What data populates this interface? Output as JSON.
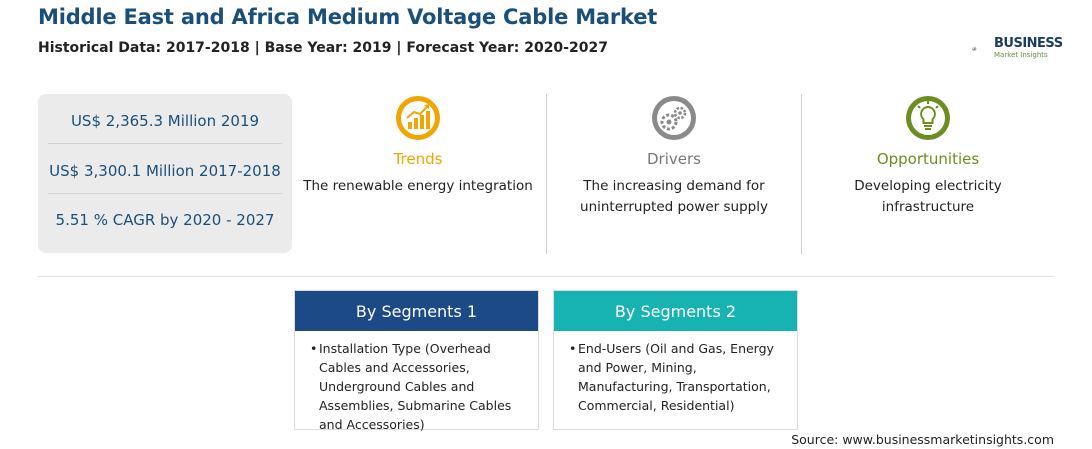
{
  "header": {
    "title": "Middle East and Africa Medium Voltage Cable Market",
    "subtitle": "Historical Data: 2017-2018 | Base Year: 2019 | Forecast Year: 2020-2027"
  },
  "logo": {
    "name": "BUSINESS",
    "tagline": "Market Insights"
  },
  "stats": [
    "US$ 2,365.3 Million 2019",
    "US$ 3,300.1 Million 2017-2018",
    "5.51 % CAGR by 2020 - 2027"
  ],
  "columns": [
    {
      "icon": "trend-chart-icon",
      "heading": "Trends",
      "color": "#f0a500",
      "text": "The renewable energy integration"
    },
    {
      "icon": "gears-icon",
      "heading": "Drivers",
      "color": "#777777",
      "text": "The increasing demand for uninterrupted power supply"
    },
    {
      "icon": "lightbulb-icon",
      "heading": "Opportunities",
      "color": "#6b8f1f",
      "text": "Developing electricity infrastructure"
    }
  ],
  "segments": [
    {
      "label": "By Segments 1",
      "color": "#1b4a87",
      "items": [
        "Installation Type (Overhead Cables and Accessories, Underground Cables and Assemblies, Submarine Cables and Accessories)"
      ]
    },
    {
      "label": "By Segments 2",
      "color": "#17b3b3",
      "items": [
        "End-Users (Oil and Gas, Energy and Power, Mining, Manufacturing, Transportation, Commercial, Residential)"
      ]
    }
  ],
  "source": "Source: www.businessmarketinsights.com"
}
